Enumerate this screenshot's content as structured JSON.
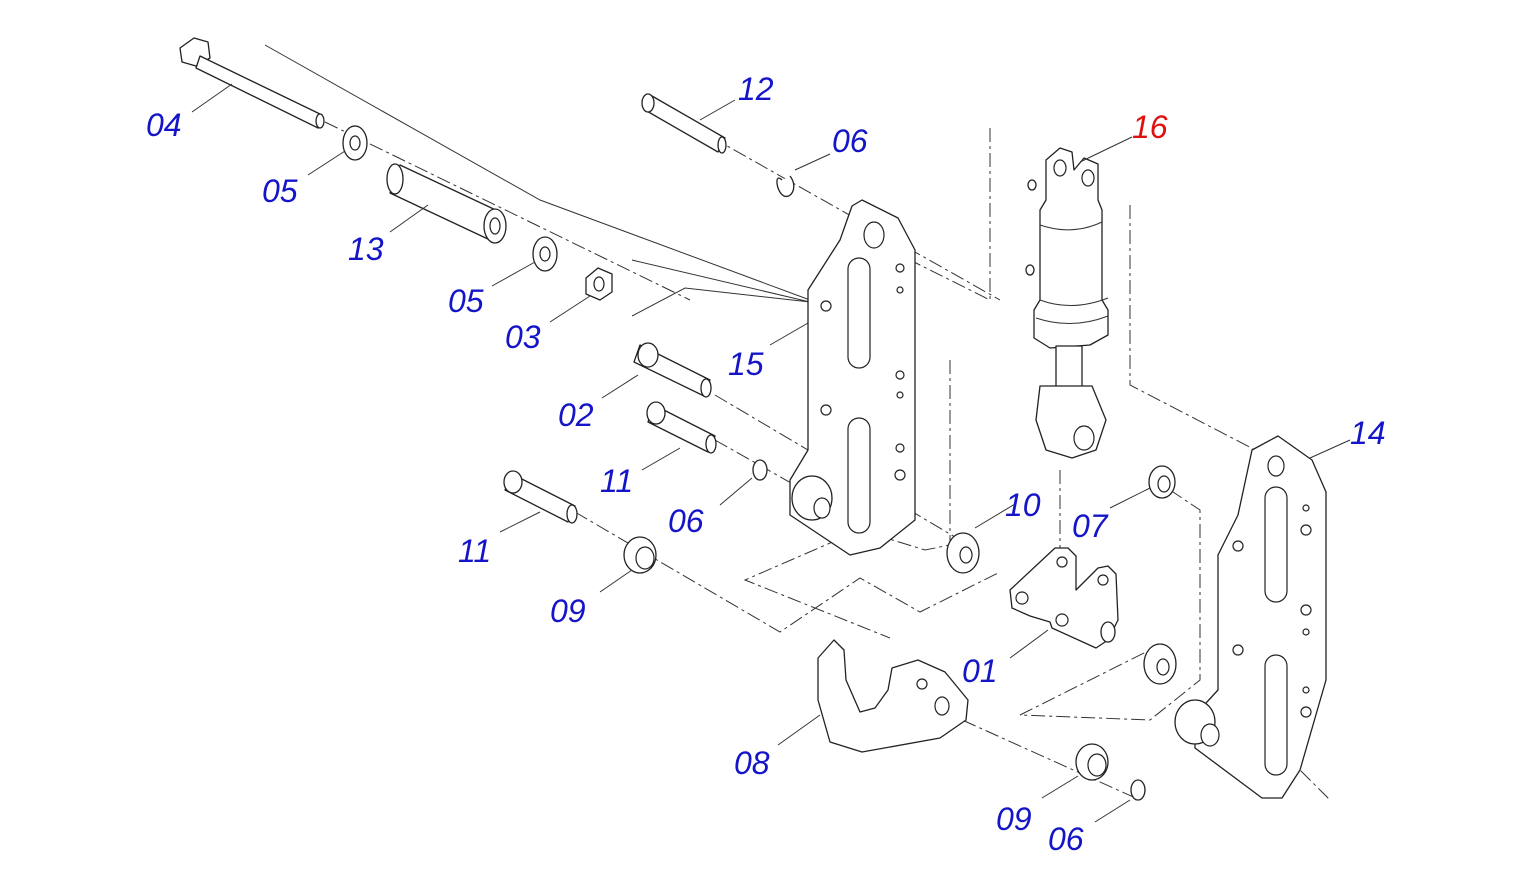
{
  "colors": {
    "label": "#1414c8",
    "highlight_label": "#e01010",
    "line": "#222222",
    "background": "#ffffff"
  },
  "callouts": [
    {
      "id": "04",
      "text": "04"
    },
    {
      "id": "05a",
      "text": "05"
    },
    {
      "id": "13",
      "text": "13"
    },
    {
      "id": "05b",
      "text": "05"
    },
    {
      "id": "03",
      "text": "03"
    },
    {
      "id": "12",
      "text": "12"
    },
    {
      "id": "06a",
      "text": "06"
    },
    {
      "id": "16",
      "text": "16",
      "highlight": true
    },
    {
      "id": "15",
      "text": "15"
    },
    {
      "id": "02",
      "text": "02"
    },
    {
      "id": "11a",
      "text": "11"
    },
    {
      "id": "06b",
      "text": "06"
    },
    {
      "id": "11b",
      "text": "11"
    },
    {
      "id": "09a",
      "text": "09"
    },
    {
      "id": "10",
      "text": "10"
    },
    {
      "id": "07",
      "text": "07"
    },
    {
      "id": "14",
      "text": "14"
    },
    {
      "id": "01",
      "text": "01"
    },
    {
      "id": "08",
      "text": "08"
    },
    {
      "id": "09b",
      "text": "09"
    },
    {
      "id": "06c",
      "text": "06"
    }
  ]
}
